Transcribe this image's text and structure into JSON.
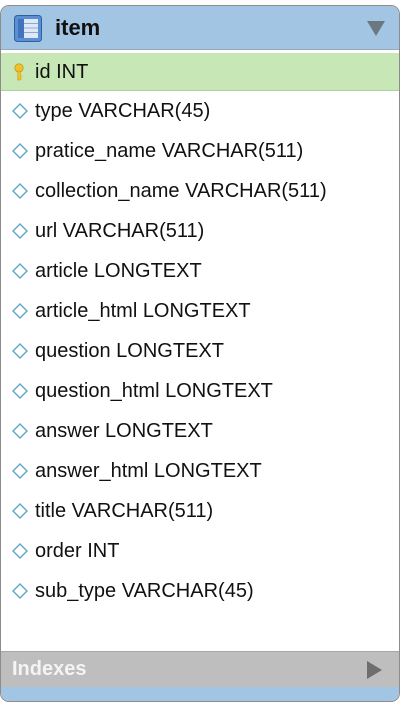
{
  "table": {
    "name": "item",
    "header_color": "#a3c5e4",
    "icon": "table-icon",
    "collapse_icon": "triangle-down-icon"
  },
  "columns": [
    {
      "label": "id INT",
      "primary_key": true,
      "icon": "key-icon"
    },
    {
      "label": "type VARCHAR(45)",
      "primary_key": false,
      "icon": "diamond-icon"
    },
    {
      "label": "pratice_name VARCHAR(511)",
      "primary_key": false,
      "icon": "diamond-icon"
    },
    {
      "label": "collection_name VARCHAR(511)",
      "primary_key": false,
      "icon": "diamond-icon"
    },
    {
      "label": "url VARCHAR(511)",
      "primary_key": false,
      "icon": "diamond-icon"
    },
    {
      "label": "article LONGTEXT",
      "primary_key": false,
      "icon": "diamond-icon"
    },
    {
      "label": "article_html LONGTEXT",
      "primary_key": false,
      "icon": "diamond-icon"
    },
    {
      "label": "question LONGTEXT",
      "primary_key": false,
      "icon": "diamond-icon"
    },
    {
      "label": "question_html LONGTEXT",
      "primary_key": false,
      "icon": "diamond-icon"
    },
    {
      "label": "answer LONGTEXT",
      "primary_key": false,
      "icon": "diamond-icon"
    },
    {
      "label": "answer_html LONGTEXT",
      "primary_key": false,
      "icon": "diamond-icon"
    },
    {
      "label": "title VARCHAR(511)",
      "primary_key": false,
      "icon": "diamond-icon"
    },
    {
      "label": "order INT",
      "primary_key": false,
      "icon": "diamond-icon"
    },
    {
      "label": "sub_type VARCHAR(45)",
      "primary_key": false,
      "icon": "diamond-icon"
    }
  ],
  "indexes": {
    "label": "Indexes",
    "expand_icon": "triangle-right-icon"
  },
  "colors": {
    "pk_row": "#c7e8b6",
    "key_icon": "#f2c12e",
    "diamond_outline": "#5fa7c9",
    "indexes_bar": "#bebebe"
  }
}
